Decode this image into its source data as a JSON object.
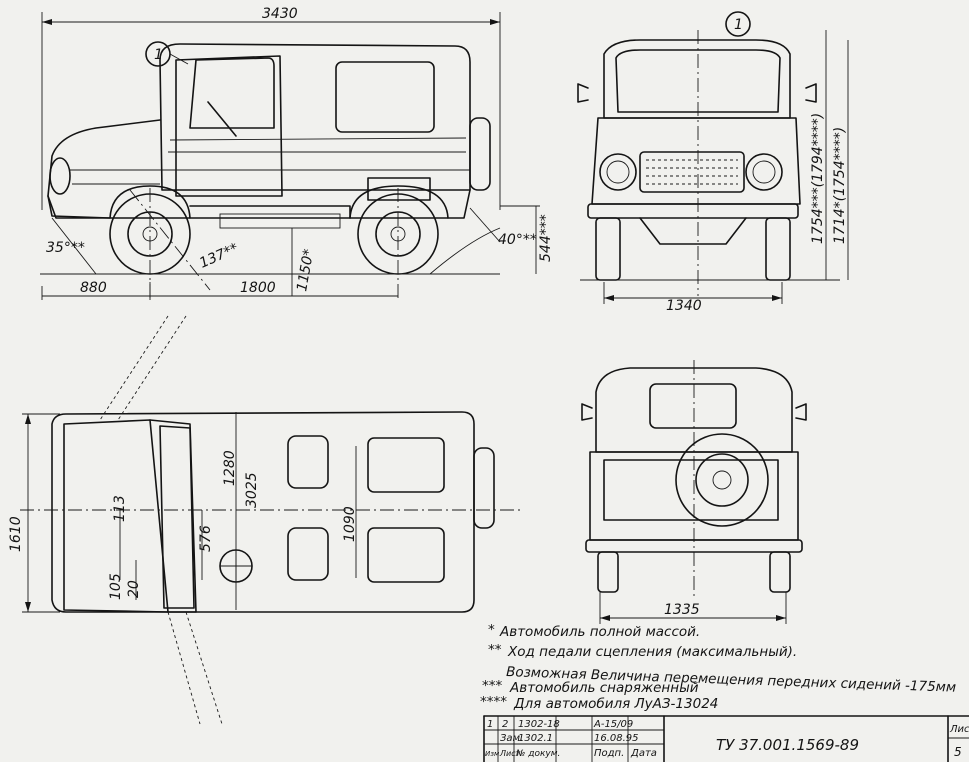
{
  "dims": {
    "length": "3430",
    "front_overhang": "880",
    "wheelbase": "1800",
    "approach_angle": "35°**",
    "departure_angle": "40°**",
    "ground_clearance": "137**",
    "pedal_travel": "1150*",
    "rear_height": "544***",
    "height": "1754***(1794****)",
    "height_alt": "1714*(1754****)",
    "front_track": "1340",
    "rear_track": "1335",
    "width": "1610",
    "interior_length": "3025",
    "interior_front": "1280",
    "rear_seat_width": "1090",
    "pedal_dist": "576",
    "seat_offset": "113",
    "seat_shift_a": "105",
    "seat_shift_b": "20",
    "callout": "1"
  },
  "notes": [
    {
      "mark": "*",
      "text": "Автомобиль полной массой."
    },
    {
      "mark": "**",
      "text": "Ход педали сцепления (максимальный)."
    },
    {
      "mark": "",
      "text": "Возможная Величина перемещения передних сидений -175мм"
    },
    {
      "mark": "***",
      "text": "Автомобиль снаряженный"
    },
    {
      "mark": "****",
      "text": "Для автомобиля ЛуАЗ-13024"
    }
  ],
  "title_block": {
    "document": "ТУ 37.001.1569-89",
    "sheet_label": "Лист",
    "sheet_number": "5",
    "rows": [
      [
        "1",
        "2",
        "1302-18",
        "А-15/09"
      ],
      [
        "",
        "Зам.",
        "1302.1",
        "16.08.95"
      ],
      [
        "Изм.",
        "Лист",
        "№ докум.",
        "Подп.",
        "Дата"
      ]
    ]
  }
}
